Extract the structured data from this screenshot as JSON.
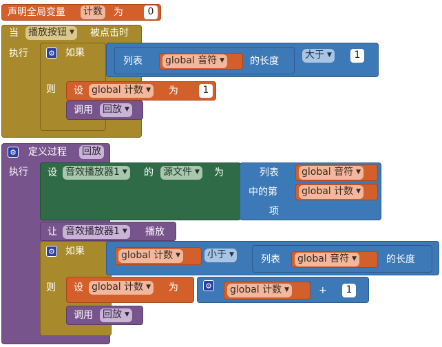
{
  "global_decl": {
    "prefix": "声明全局变量",
    "var_name": "计数",
    "suffix": "为",
    "value": "0"
  },
  "event": {
    "prefix": "当",
    "component": "播放按钮",
    "suffix": "被点击时",
    "do_label": "执行",
    "if_label": "如果",
    "then_label": "则",
    "cond": {
      "list_prefix": "列表",
      "var": "global 音符",
      "list_suffix": "的长度",
      "op": "大于",
      "value": "1"
    },
    "set": {
      "prefix": "设",
      "var": "global 计数",
      "suffix": "为",
      "value": "1"
    },
    "call": {
      "prefix": "调用",
      "proc": "回放"
    }
  },
  "procedure": {
    "prefix": "定义过程",
    "name": "回放",
    "do_label": "执行",
    "set_prop": {
      "prefix": "设",
      "component": "音效播放器1",
      "of": "的",
      "property": "源文件",
      "suffix": "为",
      "list_label": "列表",
      "item_label1": "中的第",
      "item_label2": "项",
      "list_var": "global 音符",
      "index_var": "global 计数"
    },
    "play": {
      "prefix": "让",
      "component": "音效播放器1",
      "method": "播放"
    },
    "if_label": "如果",
    "then_label": "则",
    "cond": {
      "var": "global 计数",
      "op": "小于",
      "list_prefix": "列表",
      "list_var": "global 音符",
      "list_suffix": "的长度"
    },
    "set": {
      "prefix": "设",
      "var": "global 计数",
      "suffix": "为",
      "add_var": "global 计数",
      "plus": "+",
      "add_value": "1"
    },
    "call": {
      "prefix": "调用",
      "proc": "回放"
    }
  }
}
